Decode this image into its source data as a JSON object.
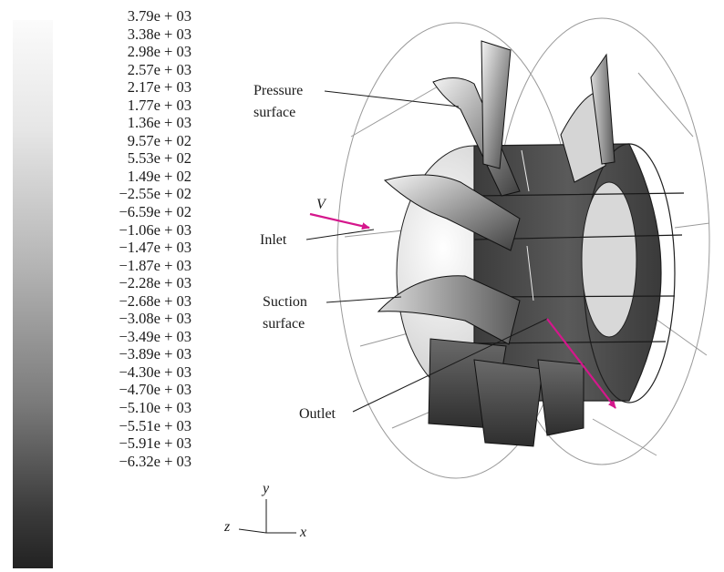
{
  "colorbar": {
    "labels": [
      "3.79e + 03",
      "3.38e + 03",
      "2.98e + 03",
      "2.57e + 03",
      "2.17e + 03",
      "1.77e + 03",
      "1.36e + 03",
      "9.57e + 02",
      "5.53e + 02",
      "1.49e + 02",
      "−2.55e + 02",
      "−6.59e + 02",
      "−1.06e + 03",
      "−1.47e + 03",
      "−1.87e + 03",
      "−2.28e + 03",
      "−2.68e + 03",
      "−3.08e + 03",
      "−3.49e + 03",
      "−3.89e + 03",
      "−4.30e + 03",
      "−4.70e + 03",
      "−5.10e + 03",
      "−5.51e + 03",
      "−5.91e + 03",
      "−6.32e + 03"
    ]
  },
  "annotations": {
    "pressure_line1": "Pressure",
    "pressure_line2": "surface",
    "v": "V",
    "inlet": "Inlet",
    "suction_line1": "Suction",
    "suction_line2": "surface",
    "outlet": "Outlet"
  },
  "axes": {
    "y": "y",
    "z": "z",
    "x": "x"
  },
  "colors": {
    "arrow": "#d5178c",
    "blade_dark": "#4a4a4a",
    "blade_light": "#e8e8e8"
  }
}
